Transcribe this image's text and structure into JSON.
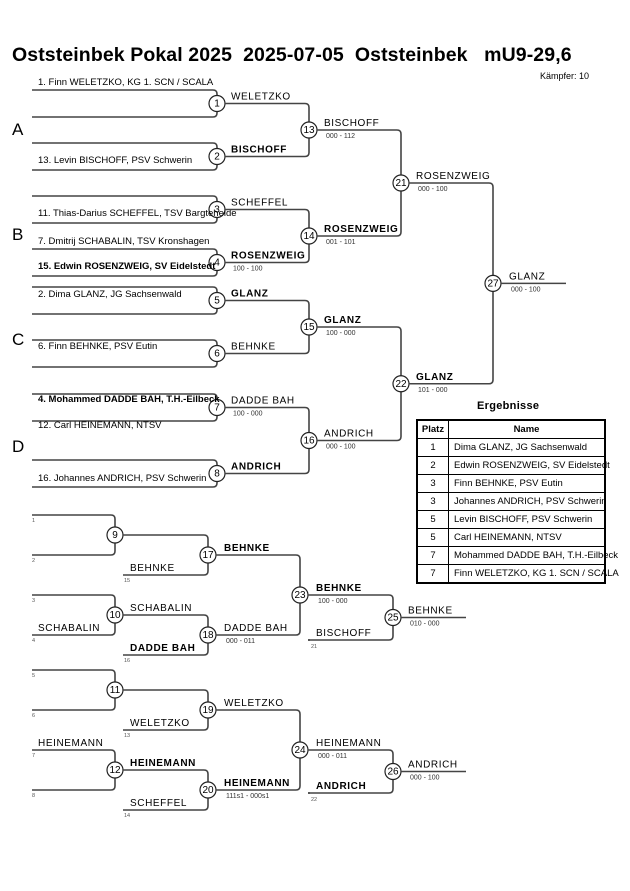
{
  "header": {
    "title": "Oststeinbek Pokal 2025  2025-07-05  Oststeinbek   mU9-29,6",
    "fighters_label": "Kämpfer: 10"
  },
  "pools": [
    "A",
    "B",
    "C",
    "D"
  ],
  "entrants": [
    {
      "text": "1. Finn WELETZKO, KG 1. SCN / SCALA",
      "bold": false
    },
    {
      "text": "13. Levin BISCHOFF, PSV Schwerin",
      "bold": false
    },
    {
      "text": "11. Thias-Darius SCHEFFEL, TSV Bargteheide",
      "bold": false
    },
    {
      "text": "7. Dmitrij SCHABALIN, TSV Kronshagen",
      "bold": false
    },
    {
      "text": "15. Edwin ROSENZWEIG, SV Eidelstedt",
      "bold": true
    },
    {
      "text": "2. Dima GLANZ, JG Sachsenwald",
      "bold": false
    },
    {
      "text": "6. Finn BEHNKE, PSV Eutin",
      "bold": false
    },
    {
      "text": "4. Mohammed DADDE BAH, T.H.-Eilbeck",
      "bold": true
    },
    {
      "text": "12. Carl HEINEMANN, NTSV",
      "bold": false
    },
    {
      "text": "16. Johannes ANDRICH, PSV Schwerin",
      "bold": false
    }
  ],
  "main_matches": [
    {
      "id": "1",
      "winner": "WELETZKO",
      "bold": false,
      "score": ""
    },
    {
      "id": "2",
      "winner": "BISCHOFF",
      "bold": true,
      "score": ""
    },
    {
      "id": "3",
      "winner": "SCHEFFEL",
      "bold": false,
      "score": ""
    },
    {
      "id": "4",
      "winner": "ROSENZWEIG",
      "bold": true,
      "score": "100 - 100"
    },
    {
      "id": "5",
      "winner": "GLANZ",
      "bold": true,
      "score": ""
    },
    {
      "id": "6",
      "winner": "BEHNKE",
      "bold": false,
      "score": ""
    },
    {
      "id": "7",
      "winner": "DADDE BAH",
      "bold": false,
      "score": "100 - 000"
    },
    {
      "id": "8",
      "winner": "ANDRICH",
      "bold": true,
      "score": ""
    },
    {
      "id": "13",
      "winner": "BISCHOFF",
      "bold": false,
      "score": "000 - 112"
    },
    {
      "id": "14",
      "winner": "ROSENZWEIG",
      "bold": true,
      "score": "001 - 101"
    },
    {
      "id": "15",
      "winner": "GLANZ",
      "bold": true,
      "score": "100 - 000"
    },
    {
      "id": "16",
      "winner": "ANDRICH",
      "bold": false,
      "score": "000 - 100"
    },
    {
      "id": "21",
      "winner": "ROSENZWEIG",
      "bold": false,
      "score": "000 - 100"
    },
    {
      "id": "22",
      "winner": "GLANZ",
      "bold": true,
      "score": "101 - 000"
    },
    {
      "id": "27",
      "winner": "GLANZ",
      "bold": false,
      "score": "000 - 100"
    }
  ],
  "repechage": {
    "entry_labels": [
      "1",
      "2",
      "15",
      "3",
      "4",
      "16",
      "5",
      "6",
      "13",
      "7",
      "8",
      "14",
      "21",
      "22"
    ],
    "entry_names": {
      "r17b": {
        "text": "BEHNKE",
        "bold": false
      },
      "r10b": {
        "text": "SCHABALIN",
        "bold": false
      },
      "r18b": {
        "text": "DADDE BAH",
        "bold": true
      },
      "r19b": {
        "text": "WELETZKO",
        "bold": false
      },
      "r12a": {
        "text": "HEINEMANN",
        "bold": false
      },
      "r20b": {
        "text": "SCHEFFEL",
        "bold": false
      },
      "r25b": {
        "text": "BISCHOFF",
        "bold": false
      },
      "r26b": {
        "text": "ANDRICH",
        "bold": true
      }
    },
    "matches": [
      {
        "id": "9",
        "winner": "",
        "bold": false,
        "score": ""
      },
      {
        "id": "10",
        "winner": "SCHABALIN",
        "bold": false,
        "score": ""
      },
      {
        "id": "11",
        "winner": "",
        "bold": false,
        "score": ""
      },
      {
        "id": "12",
        "winner": "HEINEMANN",
        "bold": true,
        "score": ""
      },
      {
        "id": "17",
        "winner": "BEHNKE",
        "bold": true,
        "score": ""
      },
      {
        "id": "18",
        "winner": "DADDE BAH",
        "bold": false,
        "score": "000 - 011"
      },
      {
        "id": "19",
        "winner": "WELETZKO",
        "bold": false,
        "score": ""
      },
      {
        "id": "20",
        "winner": "HEINEMANN",
        "bold": true,
        "score": "111s1 - 000s1"
      },
      {
        "id": "23",
        "winner": "BEHNKE",
        "bold": true,
        "score": "100 - 000"
      },
      {
        "id": "24",
        "winner": "HEINEMANN",
        "bold": false,
        "score": "000 - 011"
      },
      {
        "id": "25",
        "winner": "BEHNKE",
        "bold": false,
        "score": "010 - 000"
      },
      {
        "id": "26",
        "winner": "ANDRICH",
        "bold": false,
        "score": "000 - 100"
      }
    ]
  },
  "results": {
    "title": "Ergebnisse",
    "headers": {
      "rank": "Platz",
      "name": "Name"
    },
    "rows": [
      {
        "rank": "1",
        "name": "Dima GLANZ, JG Sachsenwald"
      },
      {
        "rank": "2",
        "name": "Edwin ROSENZWEIG, SV Eidelstedt"
      },
      {
        "rank": "3",
        "name": "Finn BEHNKE, PSV Eutin"
      },
      {
        "rank": "3",
        "name": "Johannes ANDRICH, PSV Schwerin"
      },
      {
        "rank": "5",
        "name": "Levin BISCHOFF, PSV Schwerin"
      },
      {
        "rank": "5",
        "name": "Carl HEINEMANN, NTSV"
      },
      {
        "rank": "7",
        "name": "Mohammed DADDE BAH, T.H.-Eilbeck"
      },
      {
        "rank": "7",
        "name": "Finn WELETZKO, KG 1. SCN / SCALA"
      }
    ]
  }
}
